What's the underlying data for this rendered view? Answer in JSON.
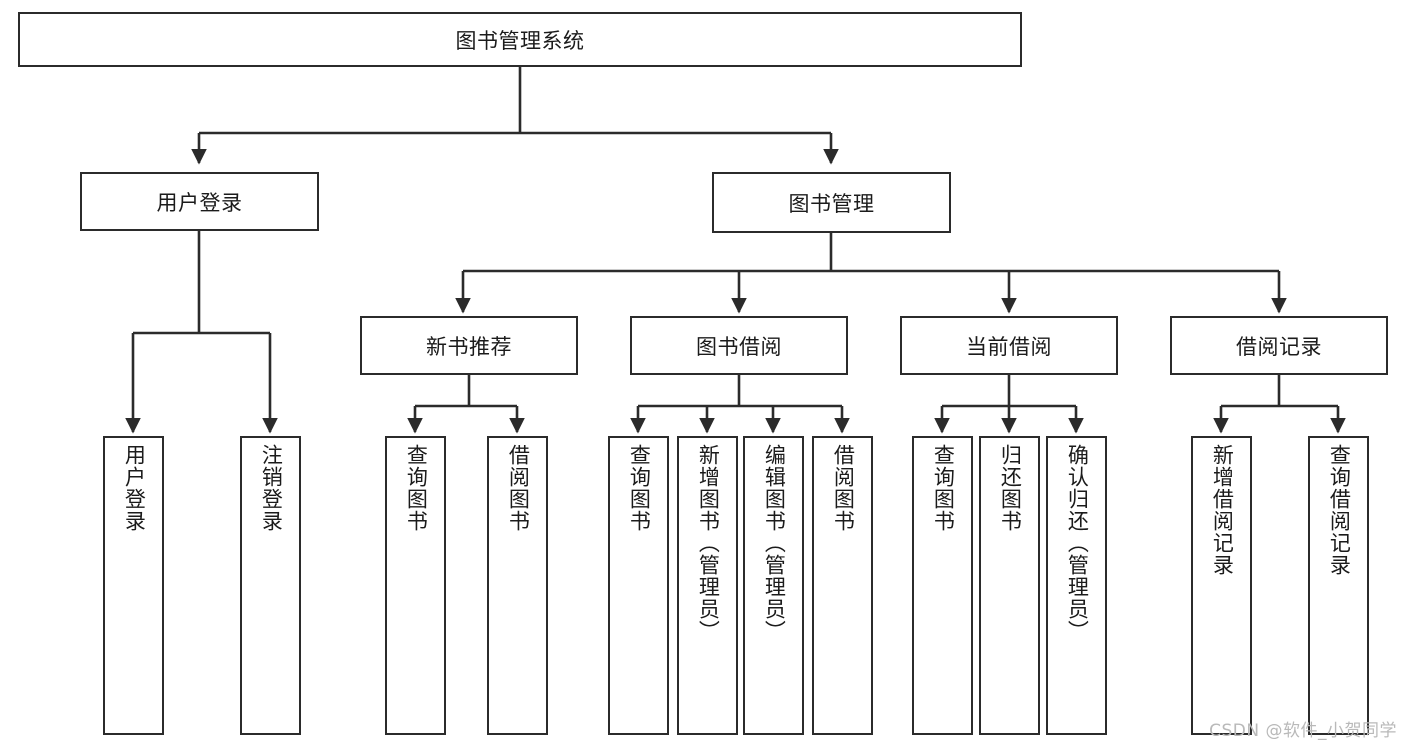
{
  "diagram": {
    "type": "tree-hierarchy",
    "title": "图书管理系统",
    "watermark": "CSDN @软件_小贺同学",
    "colors": {
      "box_border": "#2b2b2b",
      "box_fill": "#ffffff",
      "connector": "#2b2b2b",
      "text": "#1b1b1b",
      "watermark": "#b9b9b9",
      "background": "#ffffff"
    },
    "root": {
      "label": "图书管理系统"
    },
    "level2": [
      {
        "label": "用户登录"
      },
      {
        "label": "图书管理"
      }
    ],
    "level3": [
      {
        "label": "新书推荐"
      },
      {
        "label": "图书借阅"
      },
      {
        "label": "当前借阅"
      },
      {
        "label": "借阅记录"
      }
    ],
    "leaves": {
      "user_login": [
        {
          "label": "用户登录"
        },
        {
          "label": "注销登录"
        }
      ],
      "new_book_recommend": [
        {
          "label": "查询图书"
        },
        {
          "label": "借阅图书"
        }
      ],
      "book_borrow": [
        {
          "label": "查询图书"
        },
        {
          "label": "新增图书（管理员）"
        },
        {
          "label": "编辑图书（管理员）"
        },
        {
          "label": "借阅图书"
        }
      ],
      "current_borrow": [
        {
          "label": "查询图书"
        },
        {
          "label": "归还图书"
        },
        {
          "label": "确认归还（管理员）"
        }
      ],
      "borrow_record": [
        {
          "label": "新增借阅记录"
        },
        {
          "label": "查询借阅记录"
        }
      ]
    }
  }
}
